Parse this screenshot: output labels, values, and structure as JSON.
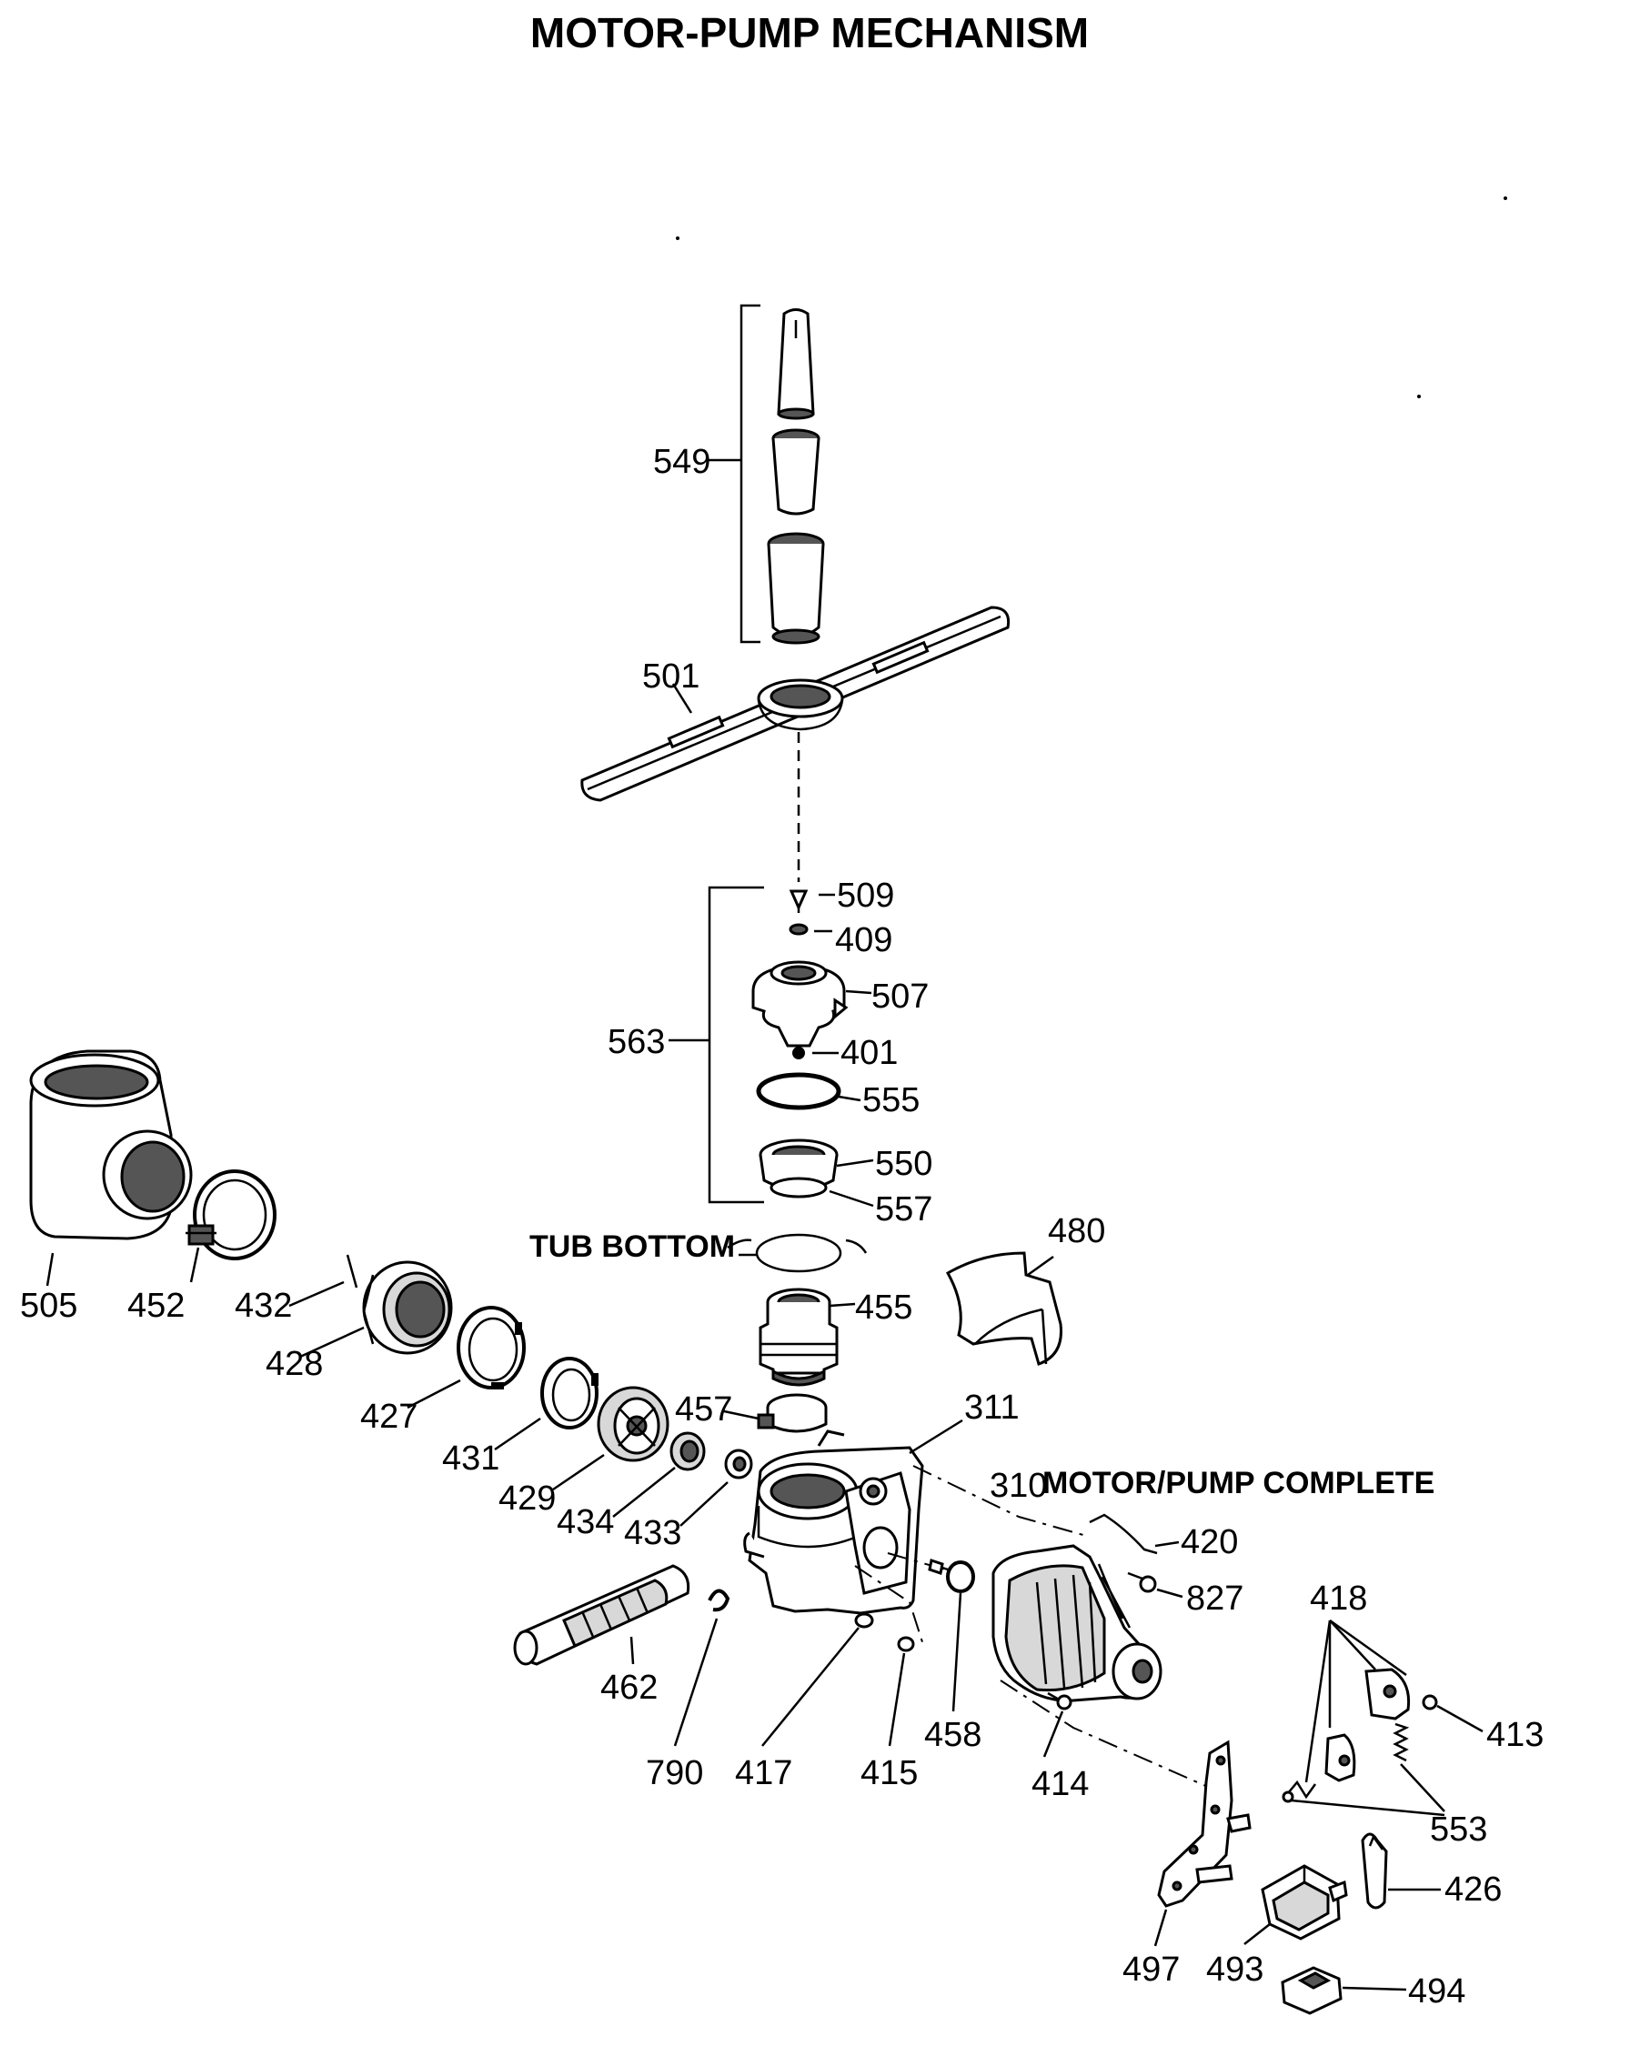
{
  "title": "MOTOR-PUMP MECHANISM",
  "labels": {
    "tub_bottom": "TUB BOTTOM",
    "motor_pump_complete": "MOTOR/PUMP COMPLETE",
    "p549": "549",
    "p501": "501",
    "p509": "509",
    "p409": "409",
    "p507": "507",
    "p563": "563",
    "p401": "401",
    "p555": "555",
    "p550": "550",
    "p557": "557",
    "p480": "480",
    "p455": "455",
    "p505": "505",
    "p452": "452",
    "p432": "432",
    "p428": "428",
    "p427": "427",
    "p431": "431",
    "p429": "429",
    "p434": "434",
    "p457": "457",
    "p311": "311",
    "p310": "310",
    "p433": "433",
    "p420": "420",
    "p827": "827",
    "p462": "462",
    "p418": "418",
    "p413": "413",
    "p790": "790",
    "p417": "417",
    "p415": "415",
    "p458": "458",
    "p414": "414",
    "p553": "553",
    "p426": "426",
    "p497": "497",
    "p493": "493",
    "p494": "494"
  }
}
